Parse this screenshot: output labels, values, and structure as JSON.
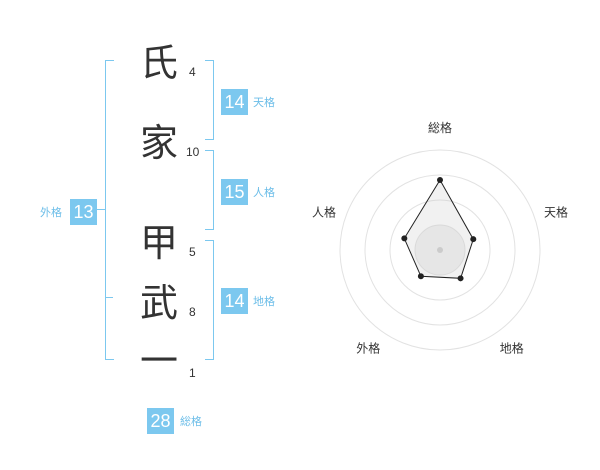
{
  "name_chars": [
    {
      "char": "氏",
      "strokes": "4"
    },
    {
      "char": "家",
      "strokes": "10"
    },
    {
      "char": "甲",
      "strokes": "5"
    },
    {
      "char": "武",
      "strokes": "8"
    },
    {
      "char": "一",
      "strokes": "1"
    }
  ],
  "kakaku": {
    "tenkaku": {
      "value": "14",
      "label": "天格"
    },
    "jinkaku": {
      "value": "15",
      "label": "人格"
    },
    "chikaku": {
      "value": "14",
      "label": "地格"
    },
    "gaikaku": {
      "value": "13",
      "label": "外格"
    },
    "soukaku": {
      "value": "28",
      "label": "総格"
    }
  },
  "colors": {
    "accent": "#7cc8ef",
    "accent_text": "#6bbde8",
    "text": "#333333"
  },
  "chart_data": {
    "type": "radar",
    "axes": [
      "総格",
      "天格",
      "地格",
      "外格",
      "人格"
    ],
    "values": [
      28,
      14,
      14,
      13,
      15
    ],
    "levels": 4,
    "grid": true
  }
}
